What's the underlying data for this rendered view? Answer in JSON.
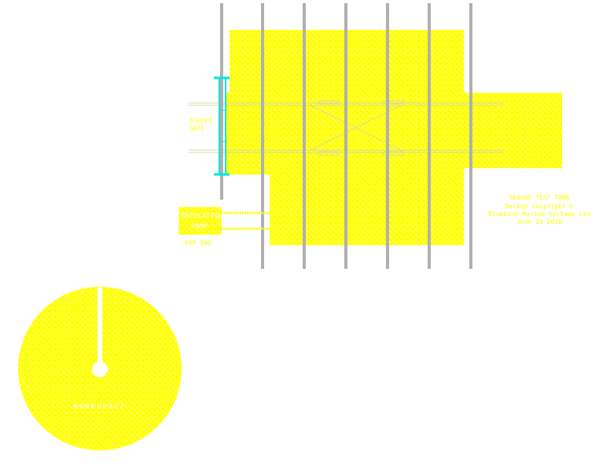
{
  "labels": {
    "sluice_line1": "SLUICE",
    "sluice_line2": "GATE",
    "pump_line1": "CIRCULATION",
    "pump_line2": "PUMP",
    "pump_model": "PSP 500",
    "title_line1": "SEAVAX TEST TANK",
    "title_line2": "Design Copyright ©",
    "title_line3": "Bluebird Marine Systems Ltd",
    "title_line4": "June 23 2016",
    "ring_text": "WORKSPACE"
  },
  "colors": {
    "water_fill": "#ffff00",
    "post": "#b0b0b0",
    "sluice_gate": "#00e5e5",
    "background": "#ffffff"
  }
}
